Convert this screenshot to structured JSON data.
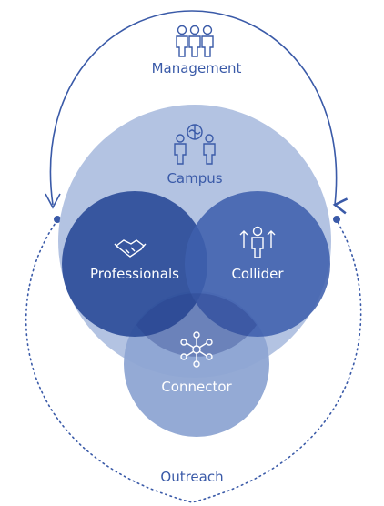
{
  "labels": {
    "management": "Management",
    "campus": "Campus",
    "professionals": "Professionals",
    "collider": "Collider",
    "connector": "Connector",
    "outreach": "Outreach"
  },
  "icons": {
    "management": "three-people-icon",
    "campus": "brain-people-icon",
    "professionals": "handshake-icon",
    "collider": "person-arrows-up-icon",
    "connector": "network-node-icon"
  },
  "colors": {
    "campus_fill": "#b3c3e2",
    "professionals_fill": "#2c4d99",
    "collider_fill": "#4a68b0",
    "connector_fill": "#8ea5d3",
    "arrow_stroke": "#3a5aa8",
    "label_blue": "#3a5aa8",
    "label_white": "#ffffff"
  }
}
